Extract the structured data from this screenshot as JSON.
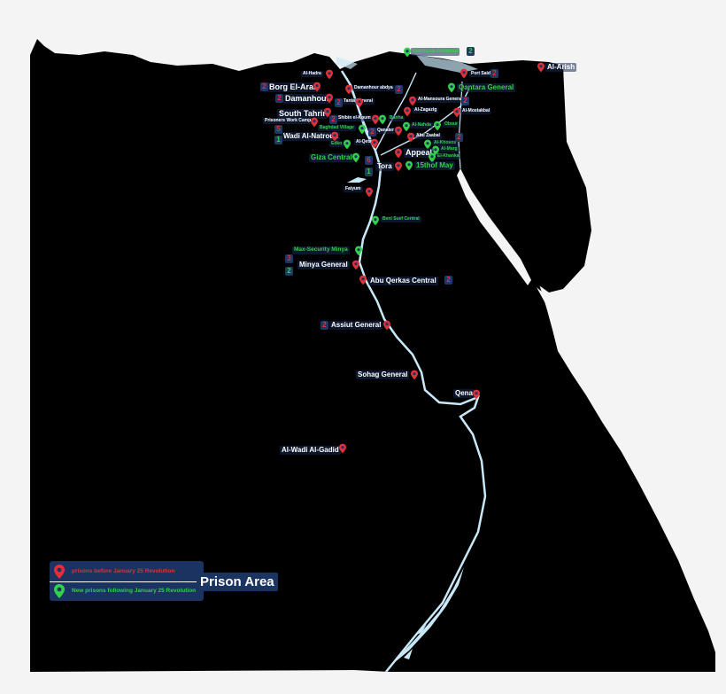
{
  "colors": {
    "land": "#000000",
    "water": "#c9e8f7",
    "background": "#f4f4f4",
    "label_bg": "#1b3361",
    "old_prison": "#e0303a",
    "new_prison": "#33d04a"
  },
  "legend": {
    "title": "Prison Area",
    "old_label": "prisons before January 25 Revolution",
    "new_label": "New prisons following January 25 Revolution"
  },
  "prisons": [
    {
      "id": "al-hadra",
      "name": "Al-Hadra",
      "kind": "old"
    },
    {
      "id": "borg-el-arab",
      "name": "Borg El-Arab",
      "kind": "old",
      "count": "2"
    },
    {
      "id": "damanhour",
      "name": "Damanhour",
      "kind": "old",
      "count": "2"
    },
    {
      "id": "damanhour-abdya",
      "name": "Damanhour abdya",
      "kind": "old",
      "count": "2"
    },
    {
      "id": "gamasa-general",
      "name": "Gamasa General",
      "kind": "new",
      "count": "2"
    },
    {
      "id": "port-said",
      "name": "Port Said",
      "kind": "old",
      "count": "2"
    },
    {
      "id": "al-arish",
      "name": "Al-Arish",
      "kind": "old"
    },
    {
      "id": "qantara-general",
      "name": "Qantara General",
      "kind": "new"
    },
    {
      "id": "tanta-general",
      "name": "Tanta General",
      "kind": "old",
      "count": "2"
    },
    {
      "id": "al-mansoura-general",
      "name": "Al-Mansoura General",
      "kind": "old",
      "count": "2"
    },
    {
      "id": "south-tahrir",
      "name": "South Tahrir",
      "kind": "old"
    },
    {
      "id": "al-zagazig",
      "name": "Al-Zagazig",
      "kind": "old"
    },
    {
      "id": "al-mostakbal",
      "name": "Al-Mostakbal",
      "kind": "old"
    },
    {
      "id": "shibin-el-koum",
      "name": "Shibin el-Koum",
      "kind": "old",
      "count": "2"
    },
    {
      "id": "banha",
      "name": "Banha",
      "kind": "new"
    },
    {
      "id": "prisoners-work-camp",
      "name": "Prisoners Work Camp",
      "kind": "old"
    },
    {
      "id": "baghdad-village",
      "name": "Baghdad Village",
      "kind": "new"
    },
    {
      "id": "qanater",
      "name": "Qanater",
      "kind": "old",
      "count": "2"
    },
    {
      "id": "al-nahda",
      "name": "Al-Nahda",
      "kind": "new"
    },
    {
      "id": "obour",
      "name": "Obour",
      "kind": "new"
    },
    {
      "id": "wadi-al-natroun",
      "name": "Wadi Al-Natroun",
      "kind": "old",
      "count": "5",
      "count2": "1"
    },
    {
      "id": "abu-zaabal",
      "name": "Abu Zaabal",
      "kind": "old",
      "count": "2"
    },
    {
      "id": "edko",
      "name": "Edko",
      "kind": "new"
    },
    {
      "id": "al-qeta",
      "name": "Al-Qeta",
      "kind": "old"
    },
    {
      "id": "al-khosos",
      "name": "Al-Khosos",
      "kind": "new"
    },
    {
      "id": "al-marg",
      "name": "Al-Marg",
      "kind": "new"
    },
    {
      "id": "appeal",
      "name": "Appeal",
      "kind": "old"
    },
    {
      "id": "el-khanka",
      "name": "El-Khanka",
      "kind": "new"
    },
    {
      "id": "giza-central",
      "name": "Giza Central",
      "kind": "new"
    },
    {
      "id": "tora",
      "name": "Tora",
      "kind": "old",
      "count": "6",
      "count2": "1"
    },
    {
      "id": "15-of-may",
      "name": "15thof May",
      "kind": "new"
    },
    {
      "id": "faiyum",
      "name": "Faiyum",
      "kind": "old"
    },
    {
      "id": "beni-suef-central",
      "name": "Beni Suef Central",
      "kind": "new"
    },
    {
      "id": "max-security-minya",
      "name": "Max-Security Minya",
      "kind": "new"
    },
    {
      "id": "minya-general",
      "name": "Minya General",
      "kind": "old",
      "count": "3",
      "count2": "2"
    },
    {
      "id": "abu-qerkas-central",
      "name": "Abu Qerkas Central",
      "kind": "old",
      "count": "2"
    },
    {
      "id": "assiut-general",
      "name": "Assiut General",
      "kind": "old",
      "count": "2"
    },
    {
      "id": "sohag-general",
      "name": "Sohag General",
      "kind": "old"
    },
    {
      "id": "qena",
      "name": "Qena",
      "kind": "old"
    },
    {
      "id": "al-wadi-al-gadid",
      "name": "Al-Wadi Al-Gadid",
      "kind": "old"
    }
  ]
}
